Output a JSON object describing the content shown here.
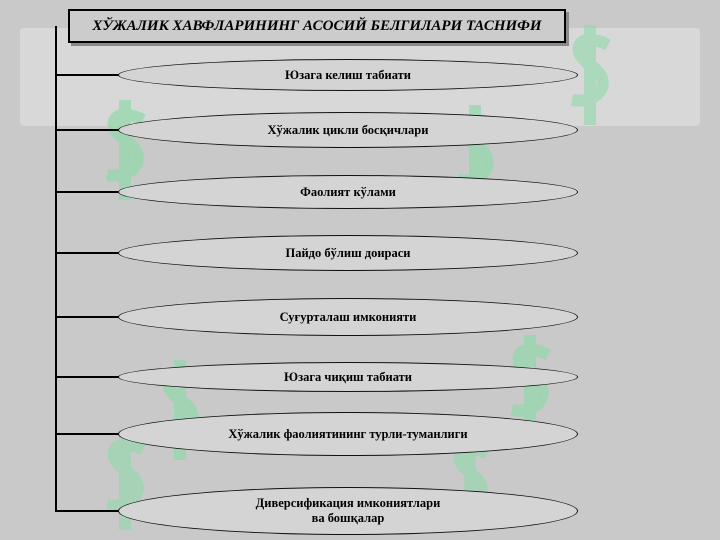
{
  "diagram": {
    "title": "ХЎЖАЛИК ХАВФЛАРИНИНГ АСОСИЙ БЕЛГИЛАРИ ТАСНИФИ",
    "items": [
      {
        "label": "Юзага келиш табиати"
      },
      {
        "label": "Хўжалик цикли босқичлари"
      },
      {
        "label": "Фаолият кўлами"
      },
      {
        "label": "Пайдо бўлиш доираси"
      },
      {
        "label": "Суғурталаш имконияти"
      },
      {
        "label": "Юзага чиқиш табиати"
      },
      {
        "label": "Хўжалик фаолиятининг турли-туманлиги"
      },
      {
        "label": "Диверсификация имкониятлари\nва бошқалар"
      }
    ]
  },
  "watermark": {
    "icon": "dollar-watermark-icon",
    "color": "#8fd9a8"
  },
  "colors": {
    "background": "#c9c9c9",
    "oval_fill": "#d4d4d4",
    "line": "#000000"
  }
}
